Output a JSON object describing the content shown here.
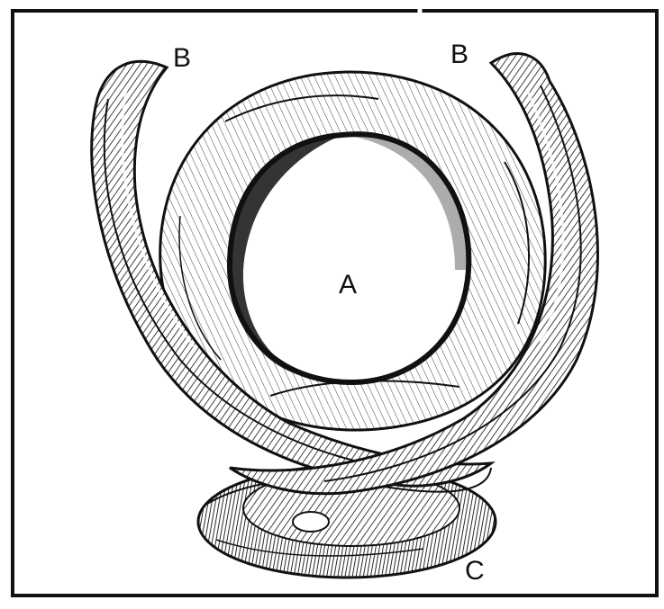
{
  "figure": {
    "labels": {
      "center": "A",
      "tip_left": "B",
      "tip_right": "B",
      "base": "C"
    },
    "colors": {
      "ink": "#111111",
      "paper": "#ffffff"
    }
  }
}
